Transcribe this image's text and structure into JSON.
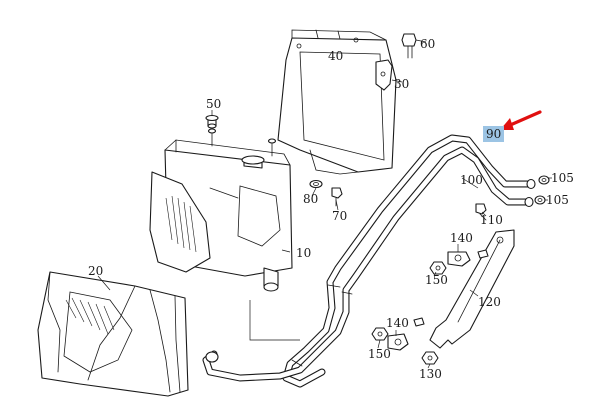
{
  "colors": {
    "highlight": "#9cc4e4",
    "pointer": "#e01010",
    "line": "#1a1a1a"
  },
  "part_labels": {
    "l20": "20",
    "l10": "10",
    "l50": "50",
    "l40": "40",
    "l60": "60",
    "l30": "30",
    "l80": "80",
    "l70": "70",
    "l90": "90",
    "l100": "100",
    "l105a": "105",
    "l105b": "105",
    "l110": "110",
    "l140a": "140",
    "l150a": "150",
    "l120": "120",
    "l140b": "140",
    "l150b": "150",
    "l130": "130"
  },
  "highlighted_part": "90",
  "icons": [
    "red-arrow-pointer-icon"
  ]
}
